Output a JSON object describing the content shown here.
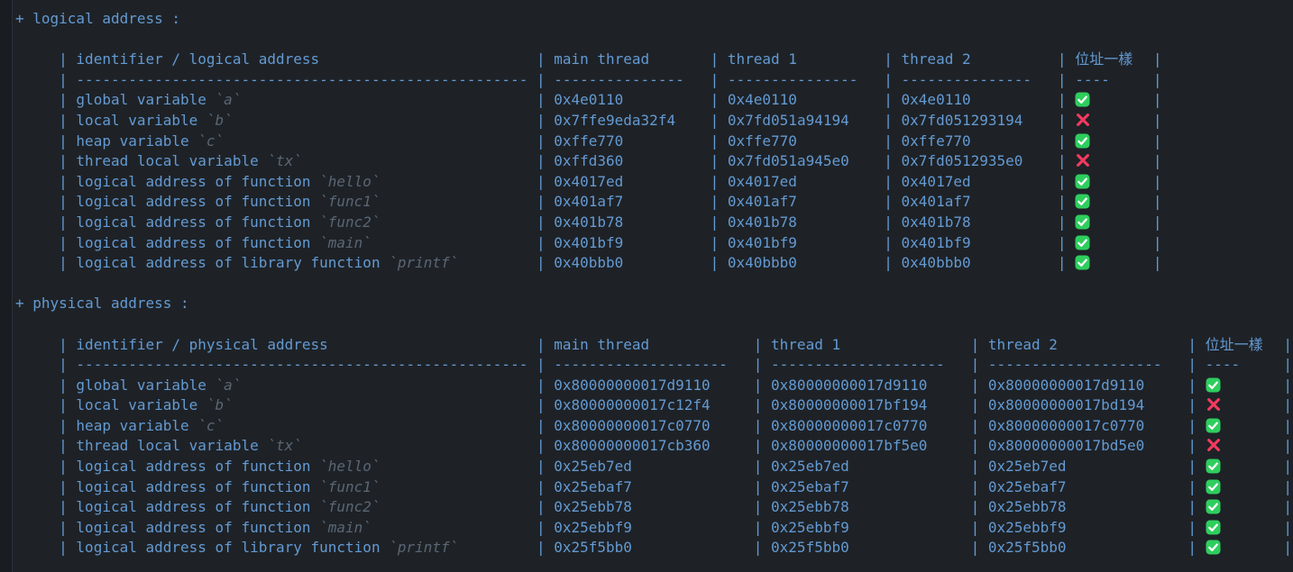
{
  "colors": {
    "background": "#1e2227",
    "text": "#649ad2",
    "muted_code": "#5a6673",
    "check_green": "#2ece5e",
    "check_mark_white": "#ffffff",
    "cross_red": "#f43a5f"
  },
  "sections": [
    {
      "title": "+ logical address :",
      "columns": [
        "identifier / logical address",
        "main thread",
        "thread 1",
        "thread 2",
        "位址一樣"
      ],
      "rows": [
        {
          "identifier_label": "global variable",
          "identifier_code": "a",
          "main_thread": "0x4e0110",
          "thread_1": "0x4e0110",
          "thread_2": "0x4e0110",
          "same": true,
          "icon": "check-icon"
        },
        {
          "identifier_label": "local variable",
          "identifier_code": "b",
          "main_thread": "0x7ffe9eda32f4",
          "thread_1": "0x7fd051a94194",
          "thread_2": "0x7fd051293194",
          "same": false,
          "icon": "cross-icon"
        },
        {
          "identifier_label": "heap variable",
          "identifier_code": "c",
          "main_thread": "0xffe770",
          "thread_1": "0xffe770",
          "thread_2": "0xffe770",
          "same": true,
          "icon": "check-icon"
        },
        {
          "identifier_label": "thread local variable",
          "identifier_code": "tx",
          "main_thread": "0xffd360",
          "thread_1": "0x7fd051a945e0",
          "thread_2": "0x7fd0512935e0",
          "same": false,
          "icon": "cross-icon"
        },
        {
          "identifier_label": "logical address of function",
          "identifier_code": "hello",
          "main_thread": "0x4017ed",
          "thread_1": "0x4017ed",
          "thread_2": "0x4017ed",
          "same": true,
          "icon": "check-icon"
        },
        {
          "identifier_label": "logical address of function",
          "identifier_code": "func1",
          "main_thread": "0x401af7",
          "thread_1": "0x401af7",
          "thread_2": "0x401af7",
          "same": true,
          "icon": "check-icon"
        },
        {
          "identifier_label": "logical address of function",
          "identifier_code": "func2",
          "main_thread": "0x401b78",
          "thread_1": "0x401b78",
          "thread_2": "0x401b78",
          "same": true,
          "icon": "check-icon"
        },
        {
          "identifier_label": "logical address of function",
          "identifier_code": "main",
          "main_thread": "0x401bf9",
          "thread_1": "0x401bf9",
          "thread_2": "0x401bf9",
          "same": true,
          "icon": "check-icon"
        },
        {
          "identifier_label": "logical address of library function",
          "identifier_code": "printf",
          "main_thread": "0x40bbb0",
          "thread_1": "0x40bbb0",
          "thread_2": "0x40bbb0",
          "same": true,
          "icon": "check-icon"
        }
      ]
    },
    {
      "title": "+ physical address :",
      "columns": [
        "identifier / physical address",
        "main thread",
        "thread 1",
        "thread 2",
        "位址一樣"
      ],
      "rows": [
        {
          "identifier_label": "global variable",
          "identifier_code": "a",
          "main_thread": "0x80000000017d9110",
          "thread_1": "0x80000000017d9110",
          "thread_2": "0x80000000017d9110",
          "same": true,
          "icon": "check-icon"
        },
        {
          "identifier_label": "local variable",
          "identifier_code": "b",
          "main_thread": "0x80000000017c12f4",
          "thread_1": "0x80000000017bf194",
          "thread_2": "0x80000000017bd194",
          "same": false,
          "icon": "cross-icon"
        },
        {
          "identifier_label": "heap variable",
          "identifier_code": "c",
          "main_thread": "0x80000000017c0770",
          "thread_1": "0x80000000017c0770",
          "thread_2": "0x80000000017c0770",
          "same": true,
          "icon": "check-icon"
        },
        {
          "identifier_label": "thread local variable",
          "identifier_code": "tx",
          "main_thread": "0x80000000017cb360",
          "thread_1": "0x80000000017bf5e0",
          "thread_2": "0x80000000017bd5e0",
          "same": false,
          "icon": "cross-icon"
        },
        {
          "identifier_label": "logical address of function",
          "identifier_code": "hello",
          "main_thread": "0x25eb7ed",
          "thread_1": "0x25eb7ed",
          "thread_2": "0x25eb7ed",
          "same": true,
          "icon": "check-icon"
        },
        {
          "identifier_label": "logical address of function",
          "identifier_code": "func1",
          "main_thread": "0x25ebaf7",
          "thread_1": "0x25ebaf7",
          "thread_2": "0x25ebaf7",
          "same": true,
          "icon": "check-icon"
        },
        {
          "identifier_label": "logical address of function",
          "identifier_code": "func2",
          "main_thread": "0x25ebb78",
          "thread_1": "0x25ebb78",
          "thread_2": "0x25ebb78",
          "same": true,
          "icon": "check-icon"
        },
        {
          "identifier_label": "logical address of function",
          "identifier_code": "main",
          "main_thread": "0x25ebbf9",
          "thread_1": "0x25ebbf9",
          "thread_2": "0x25ebbf9",
          "same": true,
          "icon": "check-icon"
        },
        {
          "identifier_label": "logical address of library function",
          "identifier_code": "printf",
          "main_thread": "0x25f5bb0",
          "thread_1": "0x25f5bb0",
          "thread_2": "0x25f5bb0",
          "same": true,
          "icon": "check-icon"
        }
      ]
    }
  ]
}
